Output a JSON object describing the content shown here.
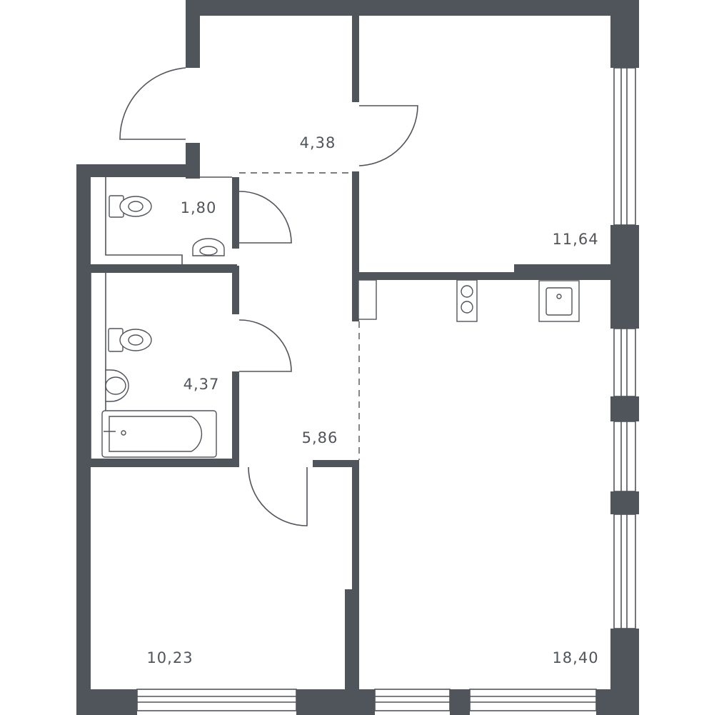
{
  "floor_plan": {
    "colors": {
      "wall": "#50545b",
      "background": "#ffffff"
    },
    "rooms": [
      {
        "id": "hall",
        "area_label": "4,38"
      },
      {
        "id": "toilet",
        "area_label": "1,80"
      },
      {
        "id": "bathroom",
        "area_label": "4,37"
      },
      {
        "id": "corridor",
        "area_label": "5,86"
      },
      {
        "id": "bedroom-top",
        "area_label": "11,64"
      },
      {
        "id": "bedroom-bottom",
        "area_label": "10,23"
      },
      {
        "id": "kitchen-living",
        "area_label": "18,40"
      }
    ],
    "fixtures": [
      "toilet-icon",
      "sink-icon",
      "toilet-icon",
      "sink-icon",
      "bathtub-icon",
      "stove-icon",
      "kitchen-sink-icon"
    ]
  }
}
